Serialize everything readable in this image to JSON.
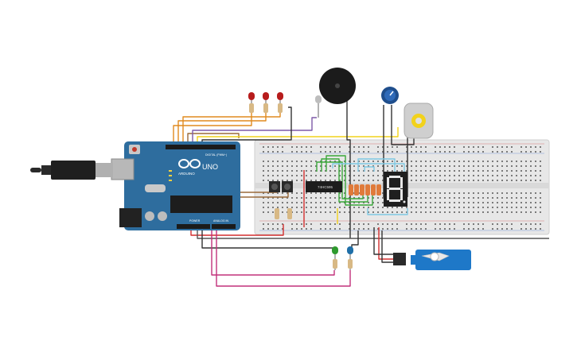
{
  "arduino": {
    "brand": "ARDUINO",
    "model": "UNO",
    "digital_label": "DIGITAL (PWM~)",
    "power_label": "POWER",
    "analog_label": "ANALOG IN",
    "board_color": "#2e6d9e"
  },
  "chip": {
    "label": "74HC595"
  },
  "display": {
    "segment_color": "#e8e8e8"
  },
  "colors": {
    "breadboard": "#e6e6e6",
    "wire_orange": "#e08a1e",
    "wire_red": "#d32f2f",
    "wire_black": "#333333",
    "wire_yellow": "#f2d21b",
    "wire_magenta": "#c2307a",
    "wire_green": "#3aa83a",
    "wire_blue": "#7ec8e3",
    "wire_brown": "#9a6a3a",
    "wire_purple": "#7e5aa8"
  },
  "components": {
    "leds_top": [
      "red-led",
      "red-led",
      "red-led",
      "white-led"
    ],
    "leds_bottom": [
      "green-led",
      "blue-led"
    ],
    "buzzer": "piezo-buzzer",
    "potentiometer": "potentiometer",
    "motor": "dc-motor",
    "servo": "servo-motor",
    "buttons": [
      "push-button",
      "push-button"
    ]
  }
}
